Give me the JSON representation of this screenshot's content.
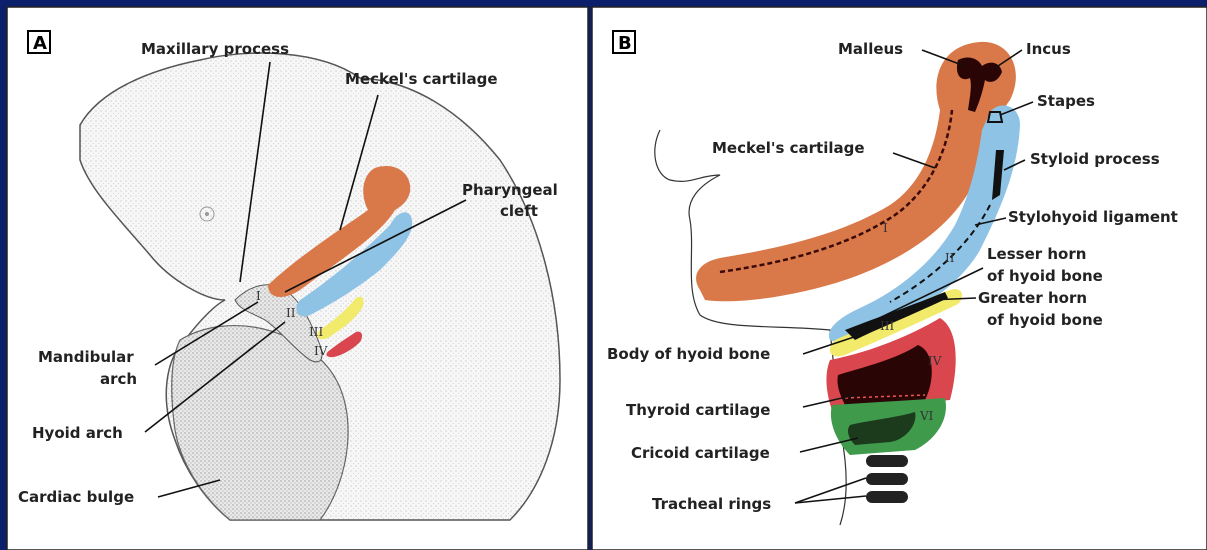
{
  "panel_a": {
    "letter": "A",
    "labels": {
      "maxillary": "Maxillary process",
      "meckel": "Meckel's cartilage",
      "pharyngeal_1": "Pharyngeal",
      "pharyngeal_2": "cleft",
      "mandibular_1": "Mandibular",
      "mandibular_2": "arch",
      "hyoid": "Hyoid arch",
      "cardiac": "Cardiac bulge"
    },
    "arch_numerals": [
      "I",
      "II",
      "III",
      "IV"
    ]
  },
  "panel_b": {
    "letter": "B",
    "labels": {
      "malleus": "Malleus",
      "incus": "Incus",
      "stapes": "Stapes",
      "meckel": "Meckel's cartilage",
      "styloid": "Styloid process",
      "stylohyoid": "Stylohyoid ligament",
      "lesser_1": "Lesser horn",
      "lesser_2": "of hyoid bone",
      "greater_1": "Greater horn",
      "greater_2": "of hyoid bone",
      "body_hyoid": "Body of hyoid bone",
      "thyroid": "Thyroid cartilage",
      "cricoid": "Cricoid cartilage",
      "tracheal": "Tracheal rings"
    },
    "arch_numerals": [
      "I",
      "II",
      "III",
      "IV",
      "VI"
    ]
  },
  "colors": {
    "background": "#0b1f6b",
    "arch_1": "#d9794a",
    "arch_2": "#8ec3e6",
    "arch_3": "#f2ea6a",
    "arch_4": "#d9464e",
    "arch_6": "#3f9a4c",
    "cartilage_dark": "#2a0505"
  }
}
